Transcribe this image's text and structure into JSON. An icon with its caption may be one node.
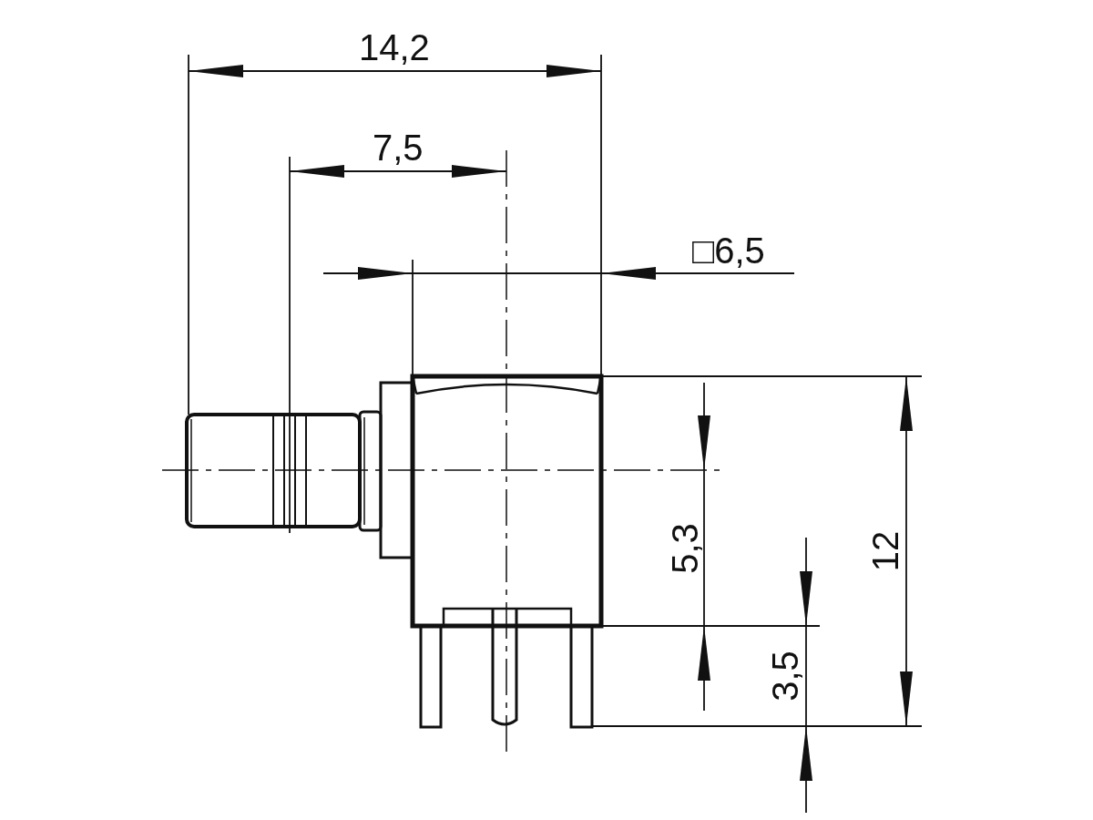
{
  "diagram": {
    "labels": [
      "14,2",
      "7,5",
      "□6,5",
      "5,3",
      "12",
      "3,5"
    ]
  }
}
